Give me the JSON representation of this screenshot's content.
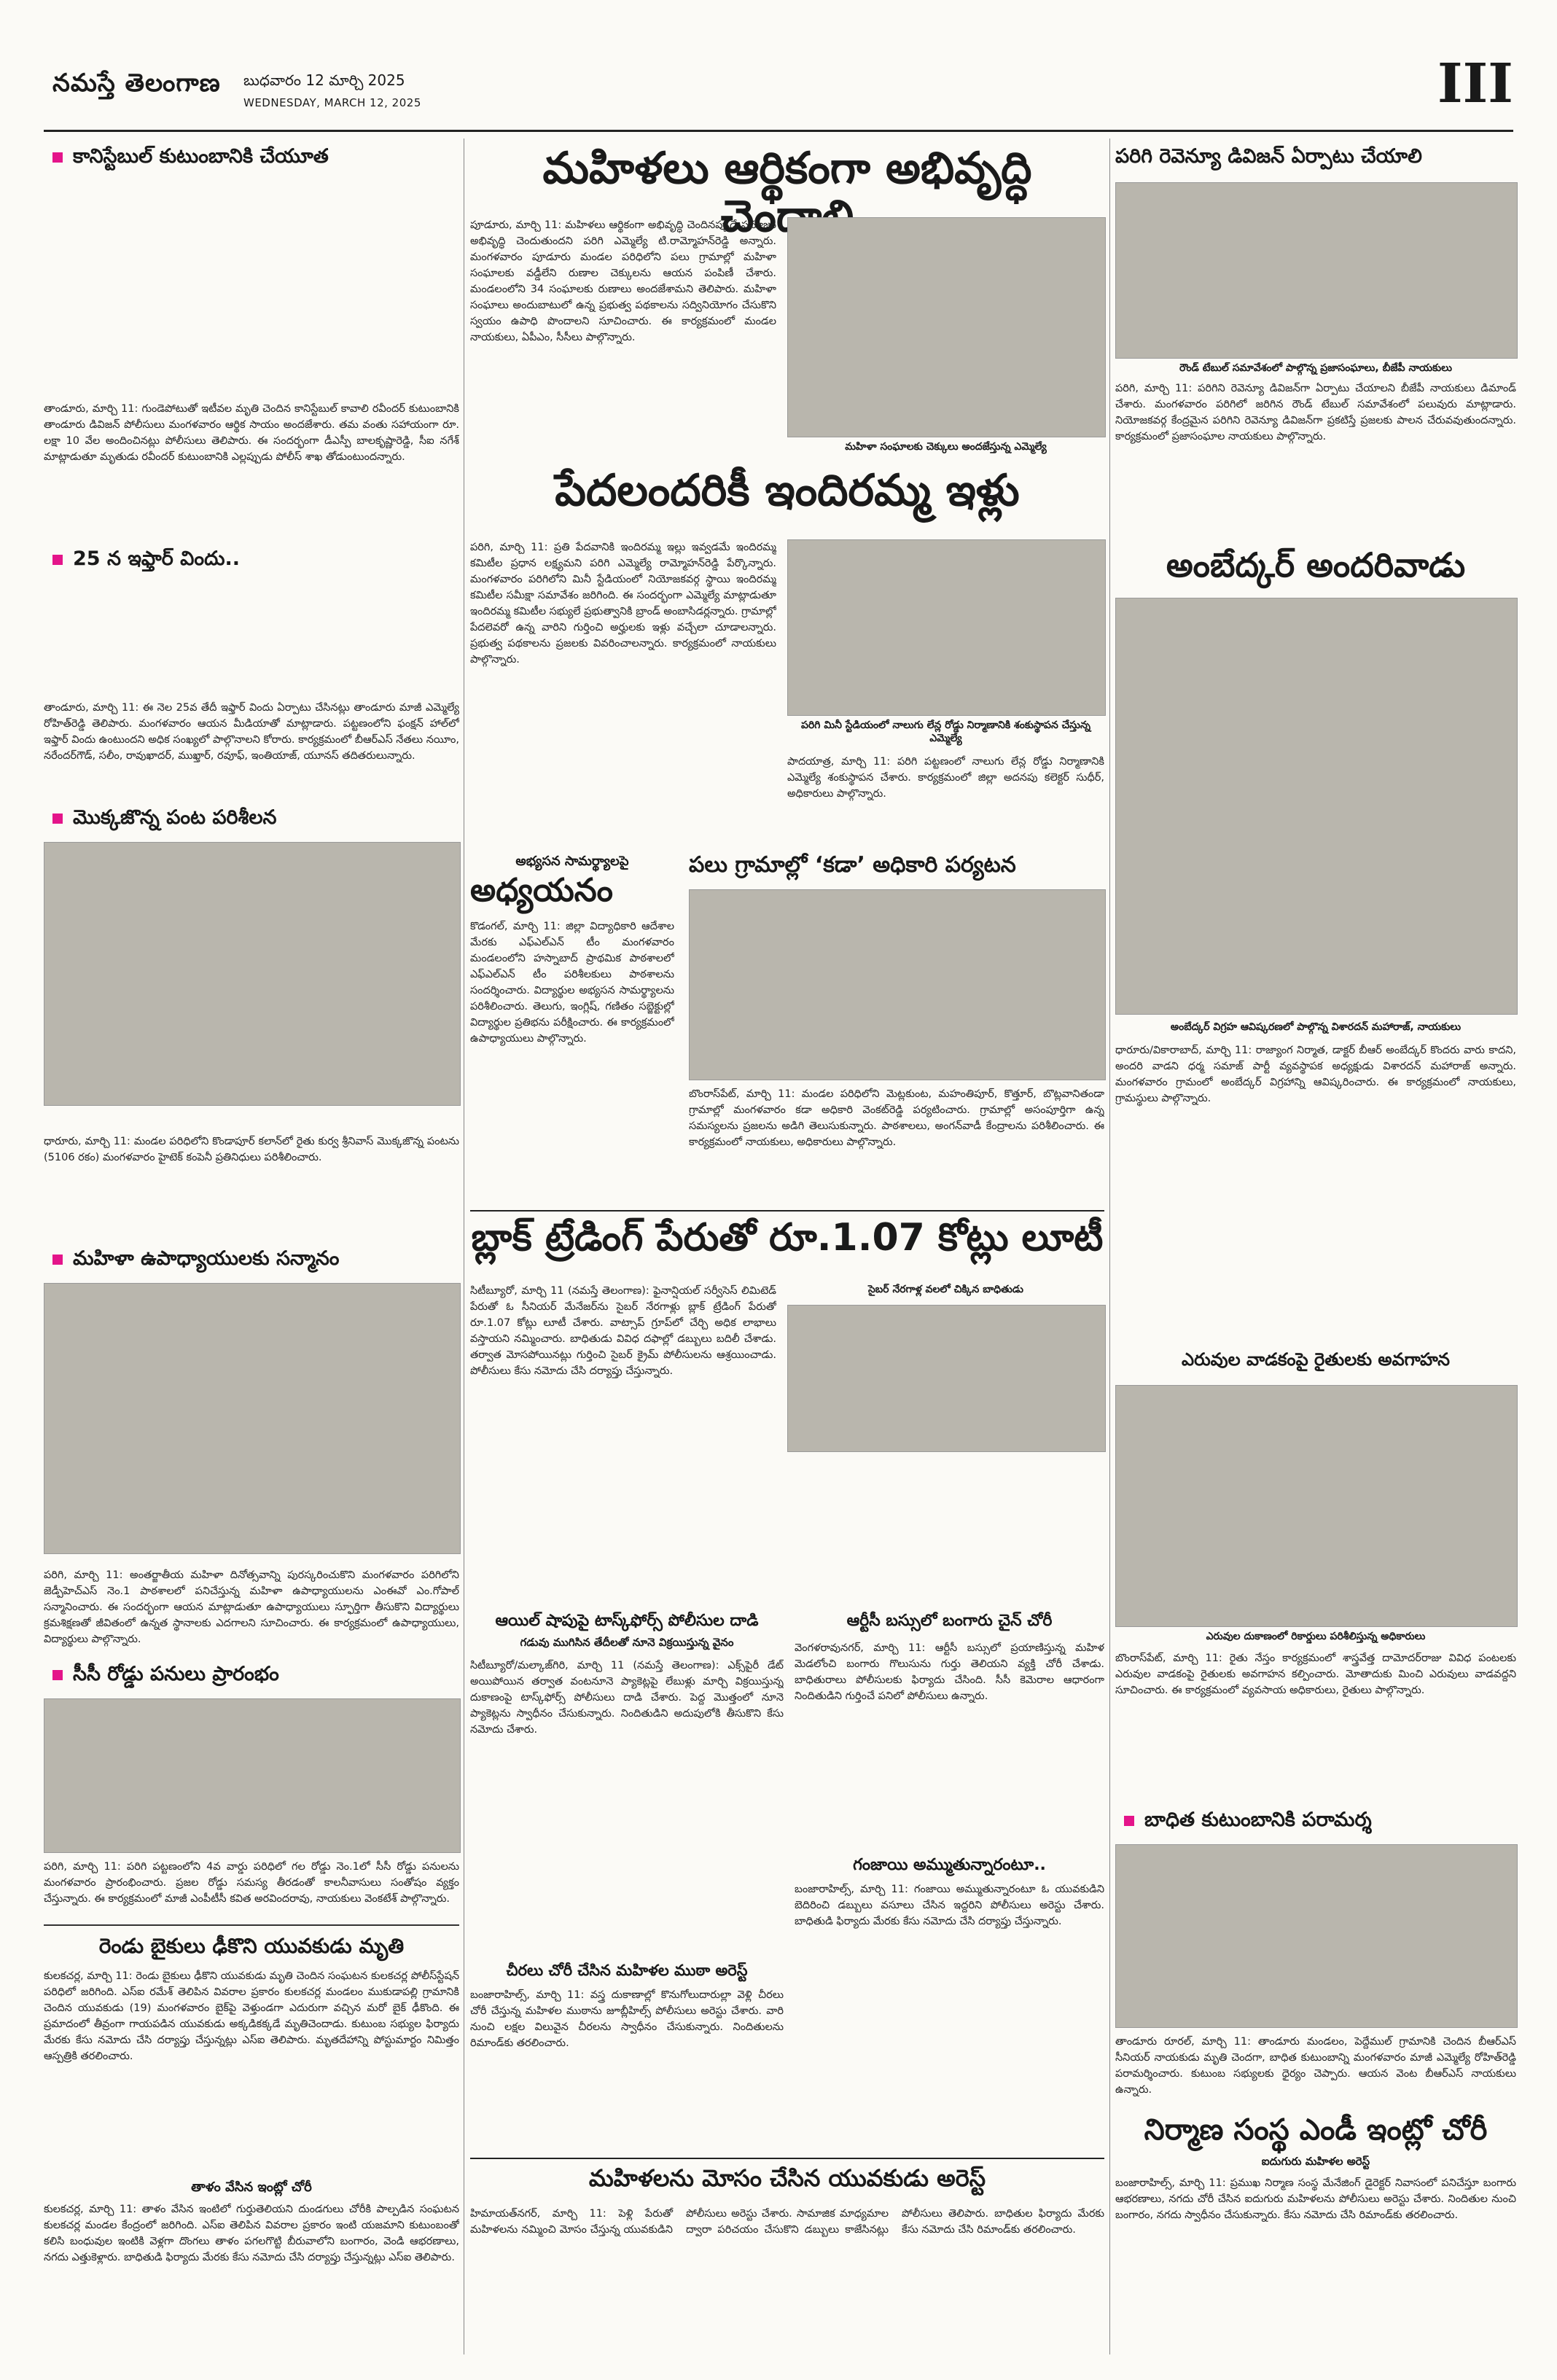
{
  "masthead": {
    "logo": "నమస్తే తెలంగాణ",
    "date_te": "బుధవారం 12 మార్చి 2025",
    "date_en": "WEDNESDAY, MARCH 12, 2025",
    "page_number": "III"
  },
  "left_column": [
    {
      "heading": "కానిస్టేబుల్ కుటుంబానికి చేయూత",
      "body": "తాండూరు, మార్చి 11: గుండెపోటుతో ఇటీవల మృతి చెందిన కానిస్టేబుల్ కావాలి రవీందర్ కుటుంబానికి తాండూరు డివిజన్ పోలీసులు మంగళవారం ఆర్థిక సాయం అందజేశారు. తమ వంతు సహాయంగా రూ. లక్షా 10 వేల అందించినట్లు పోలీసులు తెలిపారు. ఈ సందర్భంగా డీఎస్పీ బాలకృష్ణారెడ్డి, సీఐ నగేశ్ మాట్లాడుతూ మృతుడు రవీందర్ కుటుంబానికి ఎల్లప్పుడు పోలీస్ శాఖ తోడుంటుందన్నారు."
    },
    {
      "heading": "25 న ఇఫ్తార్ విందు..",
      "body": "తాండూరు, మార్చి 11: ఈ నెల 25వ తేదీ ఇఫ్తార్ విందు ఏర్పాటు చేసినట్లు తాండూరు మాజీ ఎమ్మెల్యే రోహిత్‌రెడ్డి తెలిపారు. మంగళవారం ఆయన మీడియాతో మాట్లాడారు. పట్టణంలోని ఫంక్షన్ హాల్‌లో ఇఫ్తార్ విందు ఉంటుందని అధిక సంఖ్యలో పాల్గొనాలని కోరారు. కార్యక్రమంలో బీఆర్‌ఎస్ నేతలు నయీం, నరేందర్‌గౌడ్, సలీం, రావుఖాదర్, ముఖ్తార్, రవూఫ్, ఇంతియాజ్, యూనస్ తదితరులున్నారు."
    },
    {
      "heading": "మొక్కజొన్న పంట పరిశీలన",
      "body": "ధారూరు, మార్చి 11: మండల పరిధిలోని కొండాపూర్‌ కలాన్‌లో రైతు కుర్వ శ్రీనివాస్ మొక్కజొన్న పంటను (5106 రకం) మంగళవారం హైటెక్ కంపెనీ ప్రతినిధులు పరిశీలించారు."
    },
    {
      "heading": "మహిళా ఉపాధ్యాయులకు సన్మానం",
      "body": "పరిగి, మార్చి 11: అంతర్జాతీయ మహిళా దినోత్సవాన్ని పురస్కరించుకొని మంగళవారం పరిగిలోని జెడ్పీహెచ్‌ఎస్ నెం.1 పాఠశాలలో పనిచేస్తున్న మహిళా ఉపాధ్యాయులను ఎంఈవో ఎం.గోపాల్ సన్మానించారు. ఈ సందర్భంగా ఆయన మాట్లాడుతూ ఉపాధ్యాయులు స్ఫూర్తిగా తీసుకొని విద్యార్థులు క్రమశిక్షణతో జీవితంలో ఉన్నత స్థానాలకు ఎదగాలని సూచించారు. ఈ కార్యక్రమంలో ఉపాధ్యాయులు, విద్యార్థులు పాల్గొన్నారు."
    },
    {
      "heading": "సీసీ రోడ్డు పనులు ప్రారంభం",
      "body": "పరిగి, మార్చి 11: పరిగి పట్టణంలోని 4వ వార్డు పరిధిలో గల రోడ్డు నెం.1లో సీసీ రోడ్డు పనులను మంగళవారం ప్రారంభించారు. ప్రజల రోడ్డు సమస్య తీరడంతో కాలనీవాసులు సంతోషం వ్యక్తం చేస్తున్నారు. ఈ కార్యక్రమంలో మాజీ ఎంపీటీసీ కవిత అరవిందరావు, నాయకులు వెంకటేశ్ పాల్గొన్నారు."
    },
    {
      "heading": "రెండు బైకులు ఢీకొని యువకుడు మృతి",
      "body": "కులకచర్ల, మార్చి 11: రెండు బైకులు ఢీకొని యువకుడు మృతి చెందిన సంఘటన కులకచర్ల పోలీస్‌స్టేషన్ పరిధిలో జరిగింది. ఎస్ఐ రమేశ్ తెలిపిన వివరాల ప్రకారం కులకచర్ల మండలం ముకుడాపల్లి గ్రామానికి చెందిన యువకుడు (19) మంగళవారం బైక్‌పై వెళ్తుండగా ఎదురుగా వచ్చిన మరో బైక్ ఢీకొంది. ఈ ప్రమాదంలో తీవ్రంగా గాయపడిన యువకుడు అక్కడికక్కడే మృతిచెందాడు. కుటుంబ సభ్యుల ఫిర్యాదు మేరకు కేసు నమోదు చేసి దర్యాప్తు చేస్తున్నట్లు ఎస్ఐ తెలిపారు. మృతదేహాన్ని పోస్టుమార్టం నిమిత్తం ఆస్పత్రికి తరలించారు."
    },
    {
      "heading": "తాళం వేసిన ఇంట్లో చోరీ",
      "body": "కులకచర్ల, మార్చి 11: తాళం వేసిన ఇంటిలో గుర్తుతెలియని దుండగులు చోరీకి పాల్పడిన సంఘటన కులకచర్ల మండల కేంద్రంలో జరిగింది. ఎస్ఐ తెలిపిన వివరాల ప్రకారం ఇంటి యజమాని కుటుంబంతో కలిసి బంధువుల ఇంటికి వెళ్లగా దొంగలు తాళం పగలగొట్టి బీరువాలోని బంగారం, వెండి ఆభరణాలు, నగదు ఎత్తుకెళ్లారు. బాధితుడి ఫిర్యాదు మేరకు కేసు నమోదు చేసి దర్యాప్తు చేస్తున్నట్లు ఎస్ఐ తెలిపారు."
    }
  ],
  "center_lead": {
    "headline": "మహిళలు ఆర్థికంగా అభివృద్ధి చెందాలి",
    "body": "పూడూరు, మార్చి 11: మహిళలు ఆర్థికంగా అభివృద్ధి చెందినప్పుడే సమాజం అభివృద్ధి చెందుతుందని పరిగి ఎమ్మెల్యే టి.రామ్మోహన్‌రెడ్డి అన్నారు. మంగళవారం పూడూరు మండల పరిధిలోని పలు గ్రామాల్లో మహిళా సంఘాలకు వడ్డీలేని రుణాల చెక్కులను ఆయన పంపిణీ చేశారు. మండలంలోని 34 సంఘాలకు రుణాలు అందజేశామని తెలిపారు. మహిళా సంఘాలు అందుబాటులో ఉన్న ప్రభుత్వ పథకాలను సద్వినియోగం చేసుకొని స్వయం ఉపాధి పొందాలని సూచించారు. ఈ కార్యక్రమంలో మండల నాయకులు, ఏపీఎం, సీసీలు పాల్గొన్నారు.",
    "photo_caption": "మహిళా సంఘాలకు చెక్కులు అందజేస్తున్న ఎమ్మెల్యే"
  },
  "center_second": {
    "headline": "పేదలందరికీ ఇందిరమ్మ ఇళ్లు",
    "body": "పరిగి, మార్చి 11: ప్రతి పేదవానికి ఇందిరమ్మ ఇల్లు ఇవ్వడమే ఇందిరమ్మ కమిటీల ప్రధాన లక్ష్యమని పరిగి ఎమ్మెల్యే రామ్మోహన్‌రెడ్డి పేర్కొన్నారు. మంగళవారం పరిగిలోని మినీ స్టేడియంలో నియోజకవర్గ స్థాయి ఇందిరమ్మ కమిటీల సమీక్షా సమావేశం జరిగింది. ఈ సందర్భంగా ఎమ్మెల్యే మాట్లాడుతూ ఇందిరమ్మ కమిటీల సభ్యులే ప్రభుత్వానికి బ్రాండ్ అంబాసిడర్లన్నారు. గ్రామాల్లో పేదలెవరో ఉన్న వారిని గుర్తించి అర్హులకు ఇళ్లు వచ్చేలా చూడాలన్నారు. ప్రభుత్వ పథకాలను ప్రజలకు వివరించాలన్నారు. కార్యక్రమంలో నాయకులు పాల్గొన్నారు.",
    "photo_caption": "పరిగి మినీ స్టేడియంలో నాలుగు లేన్ల రోడ్డు నిర్మాణానికి శంకుస్థాపన చేస్తున్న ఎమ్మెల్యే",
    "photo_body": "పాదయాత్ర, మార్చి 11: పరిగి పట్టణంలో నాలుగు లేన్ల రోడ్డు నిర్మాణానికి ఎమ్మెల్యే శంకుస్థాపన చేశారు. కార్యక్రమంలో జిల్లా అదనపు కలెక్టర్ సుధీర్, అధికారులు పాల్గొన్నారు."
  },
  "study_box": {
    "kicker": "అభ్యసన సామర్థ్యాలపై",
    "headline": "అధ్యయనం",
    "body": "కొడంగల్, మార్చి 11: జిల్లా విద్యాధికారి ఆదేశాల మేరకు ఎఫ్‌ఎల్‌ఎన్ టీం మంగళవారం మండలంలోని హస్నాబాద్ ప్రాథమిక పాఠశాలలో ఎఫ్‌ఎల్‌ఎన్ టీం పరిశీలకులు పాఠశాలను సందర్శించారు. విద్యార్థుల అభ్యసన సామర్థ్యాలను పరిశీలించారు. తెలుగు, ఇంగ్లిష్, గణితం సబ్జెక్టుల్లో విద్యార్థుల ప్రతిభను పరీక్షించారు. ఈ కార్యక్రమంలో ఉపాధ్యాయులు పాల్గొన్నారు."
  },
  "kada_box": {
    "headline": "పలు గ్రామాల్లో ‘కడా’ అధికారి పర్యటన",
    "body": "బొంరాస్‌పేట్, మార్చి 11: మండల పరిధిలోని మెట్లకుంట, మహంతిపూర్, కొత్తూర్, బొట్లవానితండా గ్రామాల్లో మంగళవారం కడా అధికారి వెంకట్‌రెడ్డి పర్యటించారు. గ్రామాల్లో అసంపూర్తిగా ఉన్న సమస్యలను ప్రజలను అడిగి తెలుసుకున్నారు. పాఠశాలలు, అంగన్‌వాడీ కేంద్రాలను పరిశీలించారు. ఈ కార్యక్రమంలో నాయకులు, అధికారులు పాల్గొన్నారు."
  },
  "black_trading": {
    "headline": "బ్లాక్ ట్రేడింగ్ పేరుతో రూ.1.07 కోట్లు లూటీ",
    "photo_caption": "సైబర్ నేరగాళ్ల వలలో చిక్కిన బాధితుడు",
    "body": "సిటీబ్యూరో, మార్చి 11 (నమస్తే తెలంగాణ): ఫైనాన్షియల్ సర్వీసెస్ లిమిటెడ్ పేరుతో ఓ సీనియర్ మేనేజర్‌ను సైబర్ నేరగాళ్లు బ్లాక్ ట్రేడింగ్ పేరుతో రూ.1.07 కోట్లు లూటీ చేశారు. వాట్సాప్ గ్రూప్‌లో చేర్చి అధిక లాభాలు వస్తాయని నమ్మించారు. బాధితుడు వివిధ దఫాల్లో డబ్బులు బదిలీ చేశాడు. తర్వాత మోసపోయినట్లు గుర్తించి సైబర్ క్రైమ్ పోలీసులను ఆశ్రయించాడు. పోలీసులు కేసు నమోదు చేసి దర్యాప్తు చేస్తున్నారు."
  },
  "oil_shop": {
    "headline": "ఆయిల్ షాపుపై టాస్క్‌ఫోర్స్ పోలీసుల దాడి",
    "subhead": "గడువు ముగిసిన తేదీలతో నూనె విక్రయిస్తున్న వైనం",
    "body": "సిటీబ్యూరో/మల్కాజ్‌గిరి, మార్చి 11 (నమస్తే తెలంగాణ): ఎక్స్‌పైరీ డేట్ అయిపోయిన తర్వాత వంటనూనె ప్యాకెట్లపై లేబుళ్లు మార్చి విక్రయిస్తున్న దుకాణంపై టాస్క్‌ఫోర్స్ పోలీసులు దాడి చేశారు. పెద్ద మొత్తంలో నూనె ప్యాకెట్లను స్వాధీనం చేసుకున్నారు. నిందితుడిని అదుపులోకి తీసుకొని కేసు నమోదు చేశారు."
  },
  "rtc_gold": {
    "headline": "ఆర్టీసీ బస్సులో బంగారు చైన్ చోరీ",
    "body": "వెంగళరావునగర్, మార్చి 11: ఆర్టీసీ బస్సులో ప్రయాణిస్తున్న మహిళ మెడలోంచి బంగారు గొలుసును గుర్తు తెలియని వ్యక్తి చోరీ చేశాడు. బాధితురాలు పోలీసులకు ఫిర్యాదు చేసింది. సీసీ కెమెరాల ఆధారంగా నిందితుడిని గుర్తించే పనిలో పోలీసులు ఉన్నారు."
  },
  "ganja": {
    "headline": "గంజాయి అమ్ముతున్నారంటూ..",
    "body": "బంజారాహిల్స్, మార్చి 11: గంజాయి అమ్ముతున్నారంటూ ఓ యువకుడిని బెదిరించి డబ్బులు వసూలు చేసిన ఇద్దరిని పోలీసులు అరెస్టు చేశారు. బాధితుడి ఫిర్యాదు మేరకు కేసు నమోదు చేసి దర్యాప్తు చేస్తున్నారు."
  },
  "saree_theft": {
    "headline": "చీరలు చోరీ చేసిన మహిళల ముఠా అరెస్ట్",
    "body": "బంజారాహిల్స్, మార్చి 11: వస్త్ర దుకాణాల్లో కొనుగోలుదారుల్లా వెళ్లి చీరలు చోరీ చేస్తున్న మహిళల ముఠాను జూబ్లీహిల్స్ పోలీసులు అరెస్టు చేశారు. వారి నుంచి లక్షల విలువైన చీరలను స్వాధీనం చేసుకున్నారు. నిందితులను రిమాండ్‌కు తరలించారు."
  },
  "women_cheat": {
    "headline": "మహిళలను మోసం చేసిన యువకుడు అరెస్ట్",
    "body": "హిమాయత్‌నగర్, మార్చి 11: పెళ్లి పేరుతో మహిళలను నమ్మించి మోసం చేస్తున్న యువకుడిని పోలీసులు అరెస్టు చేశారు. సామాజిక మాధ్యమాల ద్వారా పరిచయం చేసుకొని డబ్బులు కాజేసినట్లు పోలీసులు తెలిపారు. బాధితుల ఫిర్యాదు మేరకు కేసు నమోదు చేసి రిమాండ్‌కు తరలించారు."
  },
  "right_column": [
    {
      "headline": "పరిగి రెవెన్యూ డివిజన్ ఏర్పాటు చేయాలి",
      "photo_caption": "రౌండ్ టేబుల్ సమావేశంలో పాల్గొన్న ప్రజాసంఘాలు, బీజేపీ నాయకులు",
      "body": "పరిగి, మార్చి 11: పరిగిని రెవెన్యూ డివిజన్‌గా ఏర్పాటు చేయాలని బీజేపీ నాయకులు డిమాండ్ చేశారు. మంగళవారం పరిగిలో జరిగిన రౌండ్ టేబుల్ సమావేశంలో పలువురు మాట్లాడారు. నియోజకవర్గ కేంద్రమైన పరిగిని రెవెన్యూ డివిజన్‌గా ప్రకటిస్తే ప్రజలకు పాలన చేరువవుతుందన్నారు. కార్యక్రమంలో ప్రజాసంఘాల నాయకులు పాల్గొన్నారు."
    },
    {
      "headline": "అంబేద్కర్ అందరివాడు",
      "photo_caption": "అంబేద్కర్ విగ్రహ ఆవిష్కరణలో పాల్గొన్న విశారదన్ మహారాజ్, నాయకులు",
      "body": "ధారూరు/వికారాబాద్, మార్చి 11: రాజ్యాంగ నిర్మాత, డాక్టర్ బీఆర్ అంబేద్కర్ కొందరు వారు కాదని, అందరి వాడని ధర్మ సమాజ్ పార్టీ వ్యవస్థాపక అధ్యక్షుడు విశారదన్ మహారాజ్ అన్నారు. మంగళవారం గ్రామంలో అంబేద్కర్ విగ్రహాన్ని ఆవిష్కరించారు. ఈ కార్యక్రమంలో నాయకులు, గ్రామస్థులు పాల్గొన్నారు."
    },
    {
      "headline": "ఎరువుల వాడకంపై రైతులకు అవగాహన",
      "photo_caption": "ఎరువుల దుకాణంలో రికార్డులు పరిశీలిస్తున్న అధికారులు",
      "body": "బొంరాస్‌పేట్, మార్చి 11: రైతు నేస్తం కార్యక్రమంలో శాస్త్రవేత్త దామోదర్‌రాజు వివిధ పంటలకు ఎరువుల వాడకంపై రైతులకు అవగాహన కల్పించారు. మోతాదుకు మించి ఎరువులు వాడవద్దని సూచించారు. ఈ కార్యక్రమంలో వ్యవసాయ అధికారులు, రైతులు పాల్గొన్నారు."
    },
    {
      "headline": "బాధిత కుటుంబానికి పరామర్శ",
      "body": "తాండూరు రూరల్, మార్చి 11: తాండూరు మండలం, పెద్దేముల్ గ్రామానికి చెందిన బీఆర్‌ఎస్ సీనియర్ నాయకుడు మృతి చెందగా, బాధిత కుటుంబాన్ని మంగళవారం మాజీ ఎమ్మెల్యే రోహిత్‌రెడ్డి పరామర్శించారు. కుటుంబ సభ్యులకు ధైర్యం చెప్పారు. ఆయన వెంట బీఆర్‌ఎస్ నాయకులు ఉన్నారు."
    },
    {
      "headline": "నిర్మాణ సంస్థ ఎండీ ఇంట్లో చోరీ",
      "subhead": "ఐదుగురు మహిళల అరెస్ట్",
      "body": "బంజారాహిల్స్, మార్చి 11: ప్రముఖ నిర్మాణ సంస్థ మేనేజింగ్ డైరెక్టర్ నివాసంలో పనిచేస్తూ బంగారు ఆభరణాలు, నగదు చోరీ చేసిన ఐదుగురు మహిళలను పోలీసులు అరెస్టు చేశారు. నిందితుల నుంచి బంగారం, నగదు స్వాధీనం చేసుకున్నారు. కేసు నమోదు చేసి రిమాండ్‌కు తరలించారు."
    }
  ]
}
